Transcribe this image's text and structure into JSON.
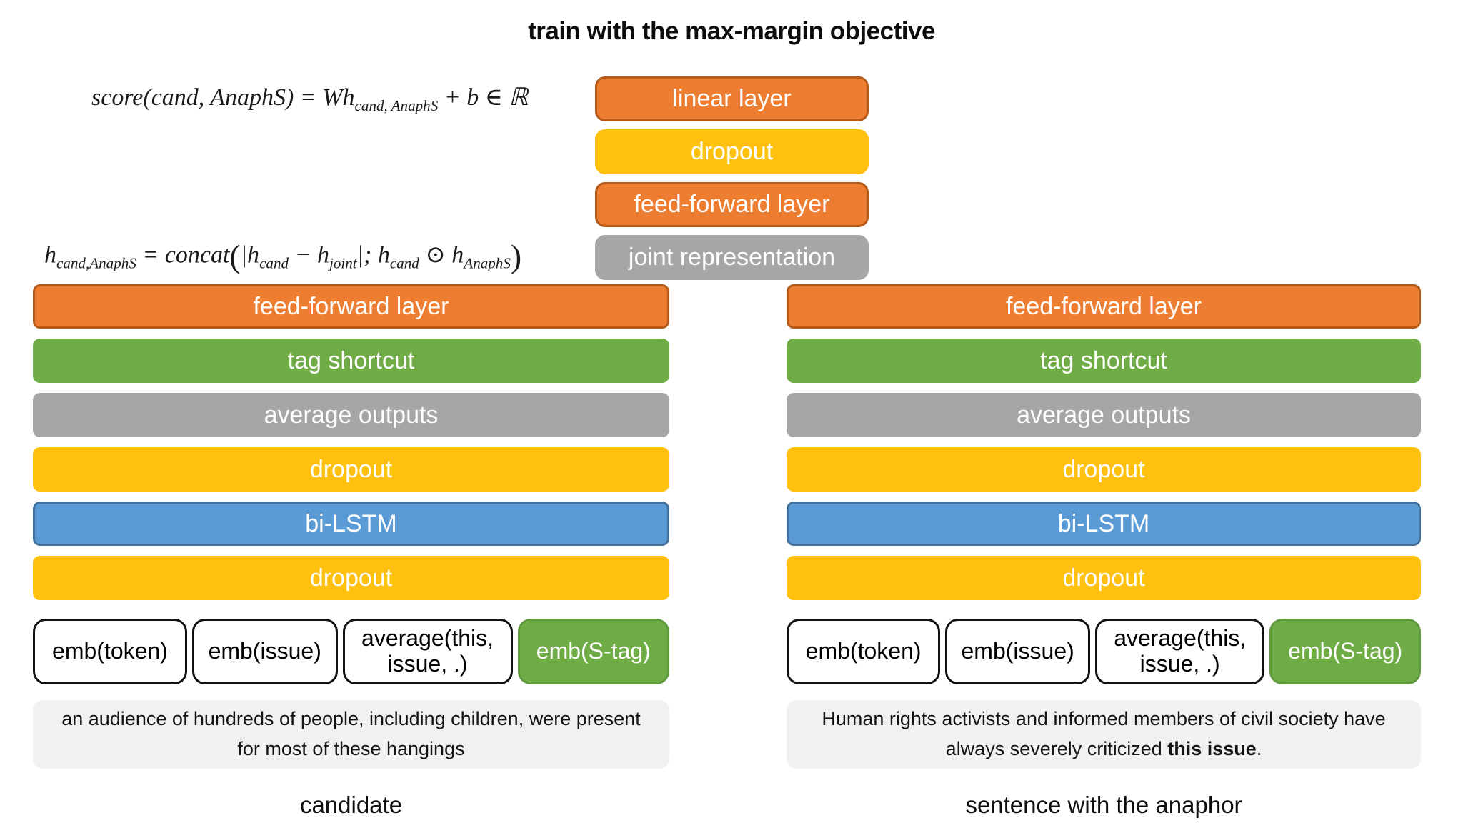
{
  "title": "train with the max-margin objective",
  "colors": {
    "orange": "#ED7D31",
    "orange_border": "#B55A19",
    "gold": "#FFC010",
    "green": "#6FAC46",
    "gray": "#A6A6A6",
    "blue": "#5B9BD5",
    "blue_border": "#41719C",
    "sentence_bg": "#F1F1F2",
    "emb_border": "#111111"
  },
  "formulas": {
    "score": {
      "parts": [
        {
          "text": "score(cand, AnaphS) = Wh"
        },
        {
          "sub": "cand, AnaphS"
        },
        {
          "text": " + b ∈ ℝ"
        }
      ]
    },
    "joint": {
      "parts": [
        {
          "text": "h"
        },
        {
          "sub": "cand,AnaphS"
        },
        {
          "text": " = concat"
        },
        {
          "paren": "("
        },
        {
          "text": "|h"
        },
        {
          "sub": "cand"
        },
        {
          "text": " − h"
        },
        {
          "sub": "joint"
        },
        {
          "text": "|; h"
        },
        {
          "sub": "cand"
        },
        {
          "text": " ⊙ h"
        },
        {
          "sub": "AnaphS"
        },
        {
          "paren": ")"
        }
      ]
    }
  },
  "top_stack": {
    "layers": [
      {
        "label": "linear layer",
        "color": "orange"
      },
      {
        "label": "dropout",
        "color": "gold"
      },
      {
        "label": "feed-forward layer",
        "color": "orange"
      },
      {
        "label": "joint representation",
        "color": "gray"
      }
    ]
  },
  "columns": {
    "left": {
      "layers": [
        {
          "label": "feed-forward layer",
          "color": "orange"
        },
        {
          "label": "tag shortcut",
          "color": "green"
        },
        {
          "label": "average outputs",
          "color": "gray"
        },
        {
          "label": "dropout",
          "color": "gold"
        },
        {
          "label": "bi-LSTM",
          "color": "blue"
        },
        {
          "label": "dropout",
          "color": "gold"
        }
      ],
      "embeddings": [
        "emb(token)",
        "emb(issue)",
        "average(this, issue, .)",
        "emb(S-tag)"
      ],
      "sentence": "an audience of hundreds of people, including children, were present for most of these hangings",
      "caption": "candidate"
    },
    "right": {
      "layers": [
        {
          "label": "feed-forward layer",
          "color": "orange"
        },
        {
          "label": "tag shortcut",
          "color": "green"
        },
        {
          "label": "average outputs",
          "color": "gray"
        },
        {
          "label": "dropout",
          "color": "gold"
        },
        {
          "label": "bi-LSTM",
          "color": "blue"
        },
        {
          "label": "dropout",
          "color": "gold"
        }
      ],
      "embeddings": [
        "emb(token)",
        "emb(issue)",
        "average(this, issue, .)",
        "emb(S-tag)"
      ],
      "sentence_prefix": "Human rights activists and informed members of civil society have always severely criticized ",
      "sentence_bold": "this issue",
      "sentence_suffix": ".",
      "caption": "sentence with the anaphor"
    }
  }
}
